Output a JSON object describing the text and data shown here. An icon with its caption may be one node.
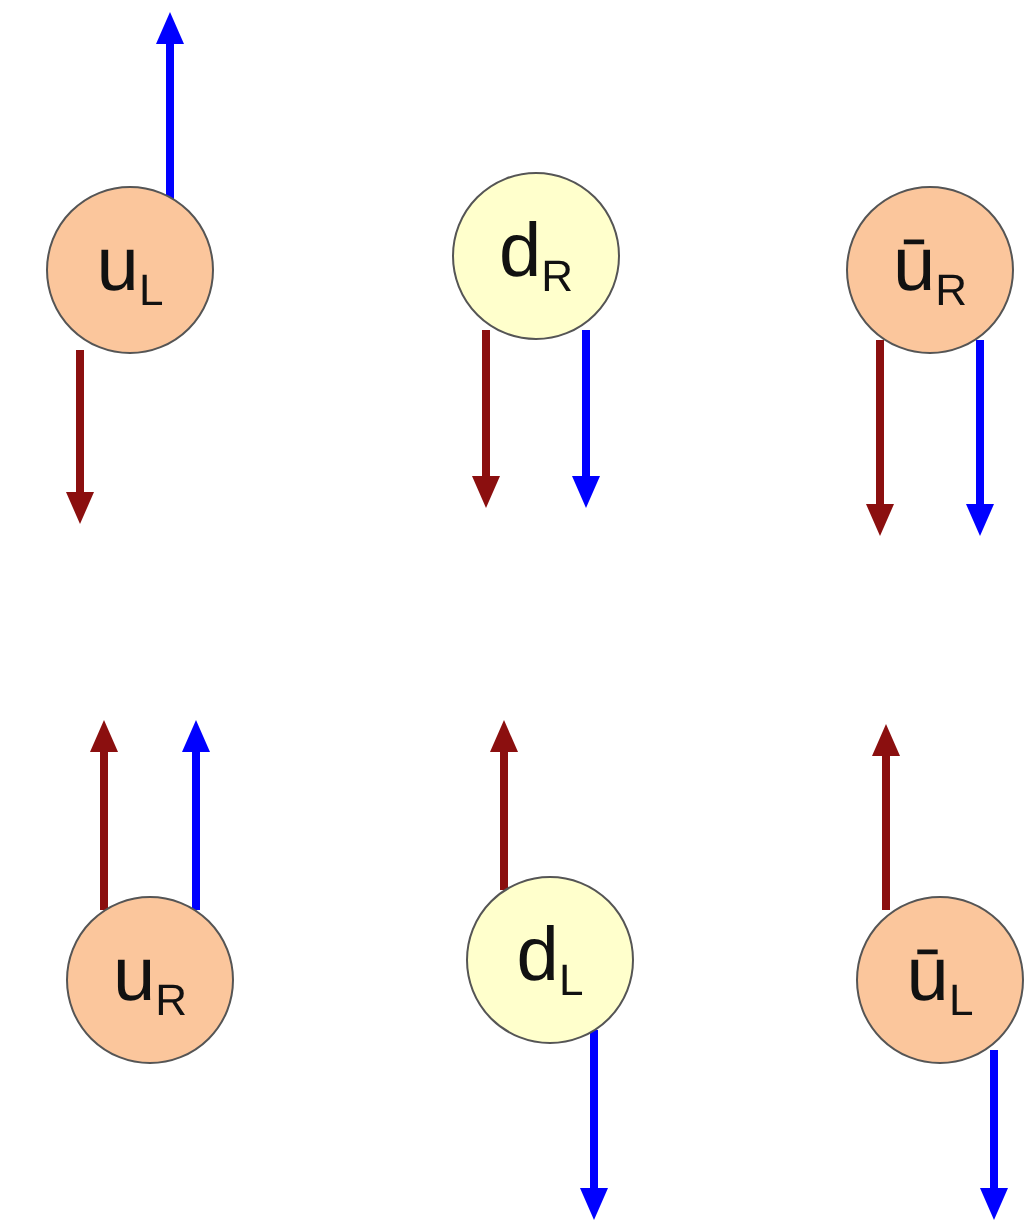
{
  "diagram": {
    "nodes": [
      {
        "text": [
          "u$_{L}$"
        ]
      },
      {
        "text": [
          "d$_{R}$"
        ]
      },
      {
        "text": [
          "ū$_{R}$"
        ]
      },
      {
        "text": [
          "u$_{R}$"
        ]
      },
      {
        "text": [
          "d$_{L}$"
        ]
      },
      {
        "text": [
          "ū$_{L}$"
        ]
      }
    ]
  }
}
